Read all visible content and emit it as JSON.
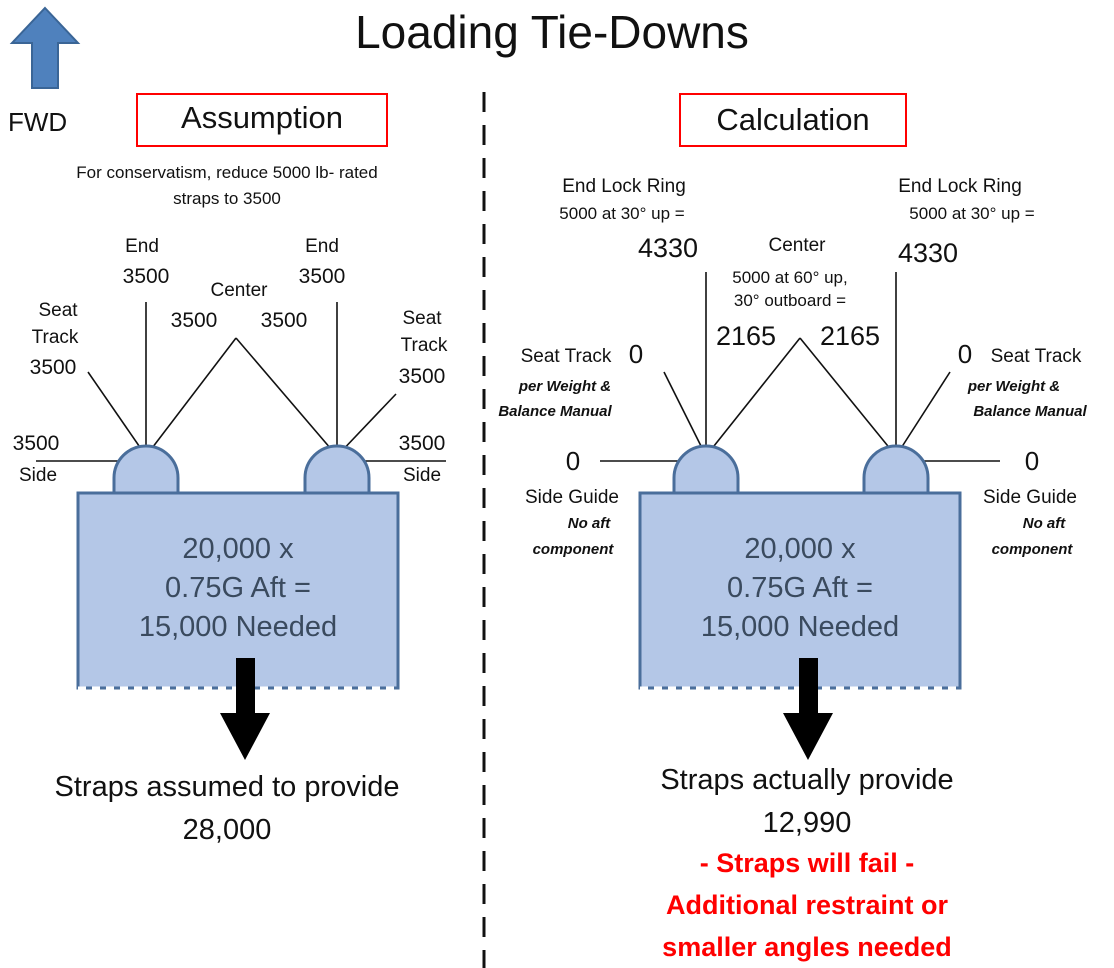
{
  "title": "Loading Tie-Downs",
  "fwd_label": "FWD",
  "left": {
    "header": "Assumption",
    "note_line1": "For conservatism, reduce 5000 lb- rated",
    "note_line2": "straps to 3500",
    "end_left": {
      "label": "End",
      "value": "3500"
    },
    "end_right": {
      "label": "End",
      "value": "3500"
    },
    "center_label": "Center",
    "center_left_value": "3500",
    "center_right_value": "3500",
    "seat_left": {
      "label1": "Seat",
      "label2": "Track",
      "value": "3500"
    },
    "seat_right": {
      "label1": "Seat",
      "label2": "Track",
      "value": "3500"
    },
    "side_left": {
      "value": "3500",
      "label": "Side"
    },
    "side_right": {
      "value": "3500",
      "label": "Side"
    },
    "box_line1": "20,000 x",
    "box_line2": "0.75G Aft =",
    "box_line3": "15,000 Needed",
    "result_line1": "Straps assumed to provide",
    "result_line2": "28,000"
  },
  "right": {
    "header": "Calculation",
    "end_left": {
      "label": "End Lock Ring",
      "formula": "5000 at 30° up =",
      "value": "4330"
    },
    "end_right": {
      "label": "End Lock Ring",
      "formula": "5000 at 30° up =",
      "value": "4330"
    },
    "center": {
      "label": "Center",
      "formula1": "5000 at 60° up,",
      "formula2": "30° outboard =",
      "left_value": "2165",
      "right_value": "2165"
    },
    "seat_left": {
      "label": "Seat Track",
      "value": "0",
      "note1": "per Weight &",
      "note2": "Balance Manual"
    },
    "seat_right": {
      "label": "Seat Track",
      "value": "0",
      "note1": "per Weight &",
      "note2": "Balance Manual"
    },
    "side_left": {
      "value": "0",
      "label": "Side Guide",
      "note1": "No aft",
      "note2": "component"
    },
    "side_right": {
      "value": "0",
      "label": "Side Guide",
      "note1": "No aft",
      "note2": "component"
    },
    "box_line1": "20,000 x",
    "box_line2": "0.75G Aft =",
    "box_line3": "15,000 Needed",
    "result_line1": "Straps actually provide",
    "result_line2": "12,990",
    "warning1": "- Straps will fail -",
    "warning2": "Additional restraint or",
    "warning3": "smaller angles needed"
  },
  "colors": {
    "arrow": "#4f81bd",
    "box_fill": "#b4c7e7",
    "box_stroke": "#4a6e9b",
    "header_border": "#ff0000",
    "warning": "#ff0000"
  }
}
